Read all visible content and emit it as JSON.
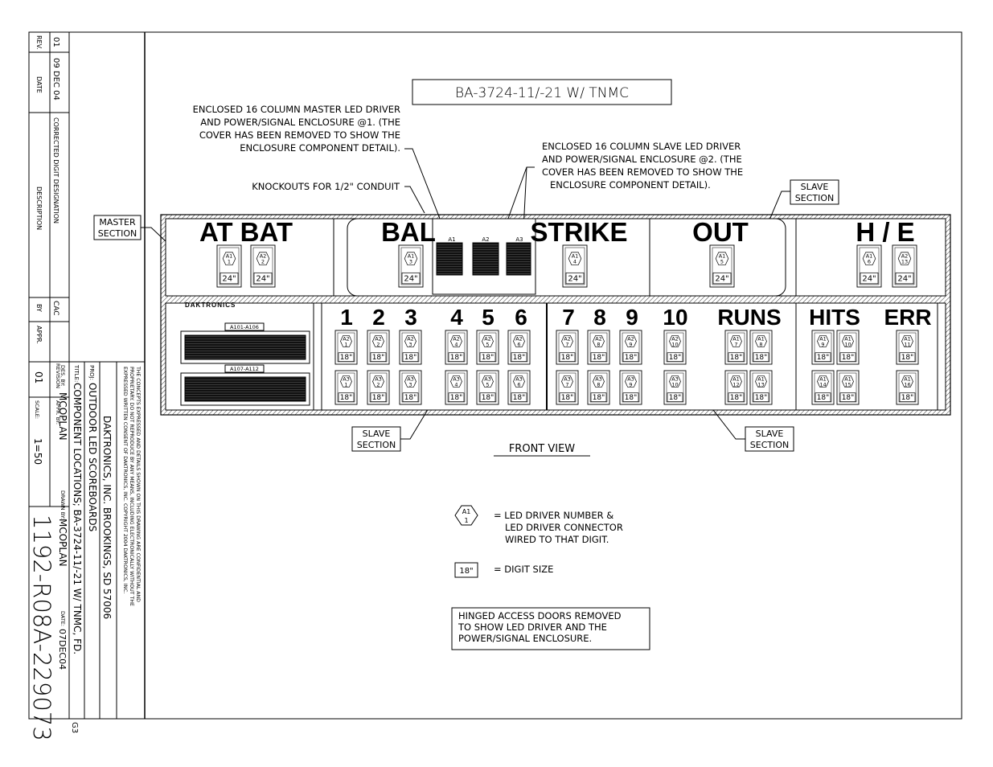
{
  "title_box": "BA-3724-11/-21 W/ TNMC",
  "notes": {
    "master_enclosure": [
      "ENCLOSED 16 COLUMN MASTER LED DRIVER",
      "AND POWER/SIGNAL ENCLOSURE @1.  (THE",
      "COVER HAS BEEN REMOVED TO SHOW THE",
      "ENCLOSURE COMPONENT DETAIL)."
    ],
    "slave_enclosure": [
      "ENCLOSED 16 COLUMN SLAVE LED DRIVER",
      "AND POWER/SIGNAL ENCLOSURE @2.  (THE",
      "COVER HAS BEEN REMOVED TO SHOW THE",
      "ENCLOSURE COMPONENT DETAIL)."
    ],
    "knockouts": "KNOCKOUTS FOR 1/2\" CONDUIT",
    "master_section": [
      "MASTER",
      "SECTION"
    ],
    "slave_section": [
      "SLAVE",
      "SECTION"
    ],
    "front_view": "FRONT VIEW",
    "hinged_doors": [
      "HINGED ACCESS DOORS REMOVED",
      "TO SHOW LED DRIVER AND THE",
      "POWER/SIGNAL ENCLOSURE."
    ]
  },
  "legend": {
    "driver_symbol_top": "A1",
    "driver_symbol_bottom": "1",
    "driver_text": [
      "= LED DRIVER NUMBER &",
      "LED DRIVER CONNECTOR",
      "WIRED TO THAT DIGIT."
    ],
    "size_symbol": "18\"",
    "size_text": "= DIGIT SIZE"
  },
  "scoreboard": {
    "brand": "DAKTRONICS",
    "upper_labels": [
      "AT BAT",
      "BAL",
      "STRIKE",
      "OUT",
      "H / E"
    ],
    "lower_labels": [
      "1",
      "2",
      "3",
      "4",
      "5",
      "6",
      "7",
      "8",
      "9",
      "10",
      "RUNS",
      "HITS",
      "ERR"
    ],
    "enclosure_labels": [
      "A1",
      "A2",
      "A3"
    ],
    "driver_panels": [
      "A101-A106",
      "A107-A112"
    ],
    "upper_digits": [
      {
        "drv": "A1",
        "num": "1",
        "size": "24\""
      },
      {
        "drv": "A2",
        "num": "2",
        "size": "24\""
      },
      {
        "drv": "A1",
        "num": "3",
        "size": "24\""
      },
      {
        "drv": "A1",
        "num": "4",
        "size": "24\""
      },
      {
        "drv": "A1",
        "num": "5",
        "size": "24\""
      },
      {
        "drv": "A1",
        "num": "6",
        "size": "24\""
      },
      {
        "drv": "A2",
        "num": "13",
        "size": "24\""
      }
    ],
    "lower_row1": [
      {
        "drv": "A2",
        "num": "1",
        "size": "18\""
      },
      {
        "drv": "A2",
        "num": "2",
        "size": "18\""
      },
      {
        "drv": "A2",
        "num": "3",
        "size": "18\""
      },
      {
        "drv": "A2",
        "num": "4",
        "size": "18\""
      },
      {
        "drv": "A2",
        "num": "5",
        "size": "18\""
      },
      {
        "drv": "A2",
        "num": "6",
        "size": "18\""
      },
      {
        "drv": "A2",
        "num": "7",
        "size": "18\""
      },
      {
        "drv": "A2",
        "num": "8",
        "size": "18\""
      },
      {
        "drv": "A2",
        "num": "9",
        "size": "18\""
      },
      {
        "drv": "A2",
        "num": "10",
        "size": "18\""
      },
      {
        "drv": "A1",
        "num": "7",
        "size": "18\""
      },
      {
        "drv": "A1",
        "num": "8",
        "size": "18\""
      },
      {
        "drv": "A1",
        "num": "9",
        "size": "18\""
      },
      {
        "drv": "A1",
        "num": "10",
        "size": "18\""
      },
      {
        "drv": "A1",
        "num": "11",
        "size": "18\""
      }
    ],
    "lower_row2": [
      {
        "drv": "A3",
        "num": "1",
        "size": "18\""
      },
      {
        "drv": "A3",
        "num": "2",
        "size": "18\""
      },
      {
        "drv": "A3",
        "num": "3",
        "size": "18\""
      },
      {
        "drv": "A3",
        "num": "4",
        "size": "18\""
      },
      {
        "drv": "A3",
        "num": "5",
        "size": "18\""
      },
      {
        "drv": "A3",
        "num": "6",
        "size": "18\""
      },
      {
        "drv": "A3",
        "num": "7",
        "size": "18\""
      },
      {
        "drv": "A3",
        "num": "8",
        "size": "18\""
      },
      {
        "drv": "A3",
        "num": "9",
        "size": "18\""
      },
      {
        "drv": "A3",
        "num": "10",
        "size": "18\""
      },
      {
        "drv": "A1",
        "num": "12",
        "size": "18\""
      },
      {
        "drv": "A1",
        "num": "13",
        "size": "18\""
      },
      {
        "drv": "A1",
        "num": "14",
        "size": "18\""
      },
      {
        "drv": "A1",
        "num": "15",
        "size": "18\""
      },
      {
        "drv": "A1",
        "num": "16",
        "size": "18\""
      }
    ]
  },
  "revision_block": {
    "headers": {
      "rev": "REV.",
      "date": "DATE",
      "description": "DESCRIPTION",
      "by": "BY",
      "appr": "APPR."
    },
    "row": {
      "rev": "01",
      "date": "09 DEC 04",
      "description": "CORRECTED DIGIT DESIGNATION",
      "by": "CAC"
    }
  },
  "title_block": {
    "confidential": [
      "THE CONCEPTS EXPRESSED AND DETAILS SHOWN ON THIS DRAWING ARE CONFIDENTIAL AND",
      "PROPRIETARY.  DO NOT REPRODUCE BY ANY MEANS, INCLUDING ELECTRONICALLY WITHOUT THE",
      "EXPRESSED WRITTEN CONSENT OF DAKTRONICS, INC.                COPYRIGHT 2004 DAKTRONICS, INC."
    ],
    "company": "DAKTRONICS, INC.   BROOKINGS, SD 57006",
    "proj_label": "PROJ:",
    "proj": "OUTDOOR LED SCOREBOARDS",
    "title_label": "TITLE:",
    "title": "COMPONENT LOCATIONS; BA-3724-11/-21 W/ TNMC, FD.",
    "des_label": "DES. BY:",
    "des": "MCOPLAN",
    "drawn_label": "DRAWN BY:",
    "drawn": "MCOPLAN",
    "date_label": "DATE:",
    "date": "07DEC04",
    "revision_label": "REVISION",
    "revision": "01",
    "appr_label": "APPR. BY:",
    "scale_label": "SCALE:",
    "scale": "1=50",
    "drawing_number": "1192-R08A-229073",
    "sheet": "G3"
  }
}
